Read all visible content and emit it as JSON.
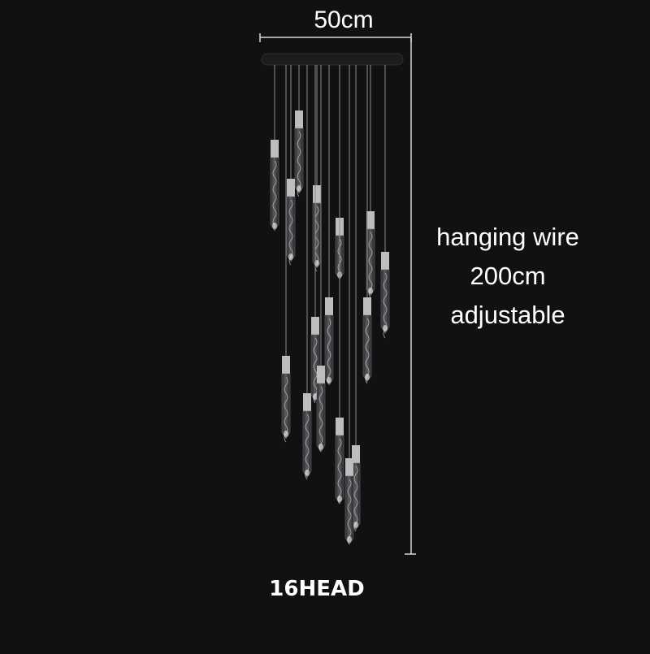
{
  "dimensions": {
    "width_label": "50cm",
    "wire_lines": [
      "hanging wire",
      "200cm",
      "adjustable"
    ]
  },
  "product": {
    "head_count_label": "16HEAD"
  },
  "colors": {
    "background": "#111112",
    "text": "#ffffff",
    "dimension_line": "#d8d8d8",
    "canopy": "#1c1c1c",
    "wire": "#8a8a8a",
    "cap": "#bdbdbd",
    "crystal": "#3a3a3e"
  }
}
